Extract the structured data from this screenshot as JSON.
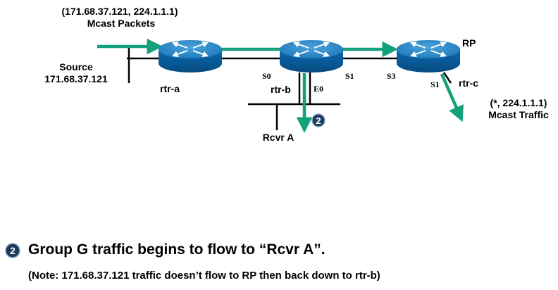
{
  "diagram": {
    "top_packet_sg": "(171.68.37.121,  224.1.1.1)",
    "top_packet_label": "Mcast Packets",
    "source_label": "Source",
    "source_ip": "171.68.37.121",
    "routers": {
      "rtr_a": "rtr-a",
      "rtr_b": "rtr-b",
      "rtr_c": "rtr-c"
    },
    "rp_label": "RP",
    "interfaces": {
      "b_s0": "S0",
      "b_s1": "S1",
      "b_e0": "E0",
      "c_s3": "S3",
      "c_s1": "S1"
    },
    "receiver_label": "Rcvr A",
    "rp_state_sg": "(*, 224.1.1.1)",
    "rp_state_label": "Mcast Traffic",
    "step_number": "2"
  },
  "caption": {
    "step_number": "2",
    "main": "Group G traffic begins to flow to “Rcvr A”.",
    "note": "(Note: 171.68.37.121 traffic doesn’t flow to RP then back down to rtr-b)"
  },
  "colors": {
    "flow_arrow": "#13a07a",
    "router_top": "#2f86c0",
    "router_side": "#0b5fa0",
    "badge": "#1b3a5c"
  }
}
